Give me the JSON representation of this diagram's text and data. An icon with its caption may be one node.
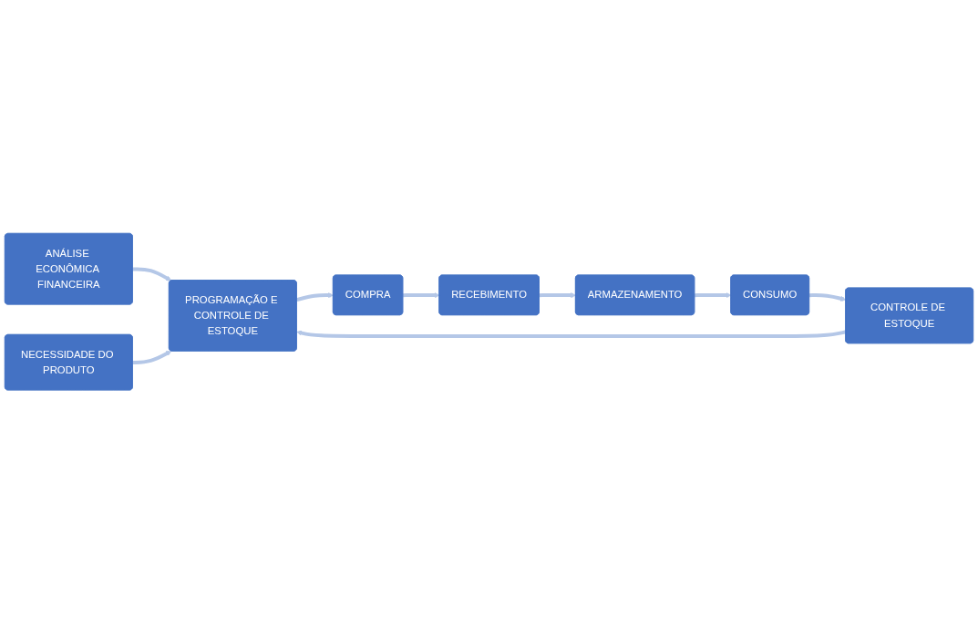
{
  "diagram": {
    "nodes": [
      {
        "text": [
          "ANÁLISE ECONÔMICA FINANCEIRA"
        ]
      },
      {
        "text": [
          "NECESSIDADE DO PRODUTO"
        ]
      },
      {
        "text": [
          "PROGRAMAÇÃO E CONTROLE DE ESTOQUE"
        ]
      },
      {
        "text": [
          "COMPRA"
        ]
      },
      {
        "text": [
          "RECEBIMENTO"
        ]
      },
      {
        "text": [
          "CONTROLE DE ESTOQUE"
        ]
      },
      {
        "text": [
          "CONSUMO"
        ]
      },
      {
        "text": [
          "ARMAZENAMENTO"
        ]
      }
    ],
    "edges": [
      {
        "from": 0,
        "to": 2,
        "arrow": "to"
      },
      {
        "from": 1,
        "to": 2,
        "arrow": "to"
      },
      {
        "from": 2,
        "to": 3,
        "arrow": "to"
      },
      {
        "from": 3,
        "to": 4,
        "arrow": "to"
      },
      {
        "from": 4,
        "to": 7,
        "arrow": "to"
      },
      {
        "from": 7,
        "to": 6,
        "arrow": "to"
      },
      {
        "from": 6,
        "to": 5,
        "arrow": "to"
      },
      {
        "from": 5,
        "to": 2,
        "arrow": "to"
      }
    ]
  }
}
